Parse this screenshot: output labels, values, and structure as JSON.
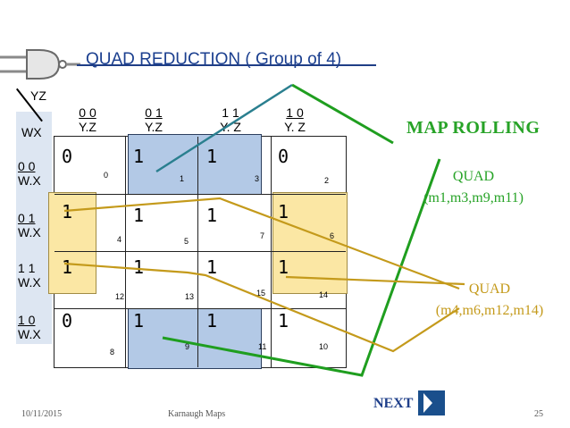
{
  "slide": {
    "title": "QUAD REDUCTION ( Group of 4)",
    "corner_yz": "YZ",
    "corner_wx": "WX",
    "map_rolling": "MAP  ROLLING",
    "next_label": "NEXT",
    "footer_date": "10/11/2015",
    "footer_title": "Karnaugh Maps",
    "page_number": "25"
  },
  "kmap": {
    "column_headers": [
      {
        "bits": "0 0",
        "vars": "Y.Z"
      },
      {
        "bits": "0  1",
        "vars": "Y.Z"
      },
      {
        "bits": "1 1",
        "vars": "Y. Z"
      },
      {
        "bits": "1  0",
        "vars": "Y. Z"
      }
    ],
    "row_headers": [
      {
        "bits": "0  0",
        "vars": "W.X"
      },
      {
        "bits": "0  1",
        "vars": "W.X"
      },
      {
        "bits": "1  1",
        "vars": "W.X"
      },
      {
        "bits": "1  0",
        "vars": "W.X"
      }
    ],
    "cells": [
      [
        {
          "v": "0",
          "i": "0"
        },
        {
          "v": "1",
          "i": "1"
        },
        {
          "v": "1",
          "i": "3"
        },
        {
          "v": "0",
          "i": "2"
        }
      ],
      [
        {
          "v": "1",
          "i": "4"
        },
        {
          "v": "1",
          "i": "5"
        },
        {
          "v": "1",
          "i": "7"
        },
        {
          "v": "1",
          "i": "6"
        }
      ],
      [
        {
          "v": "1",
          "i": "12"
        },
        {
          "v": "1",
          "i": "13"
        },
        {
          "v": "1",
          "i": "15"
        },
        {
          "v": "1",
          "i": "14"
        }
      ],
      [
        {
          "v": "0",
          "i": "8"
        },
        {
          "v": "1",
          "i": "9"
        },
        {
          "v": "1",
          "i": "11"
        },
        {
          "v": "1",
          "i": "10"
        }
      ]
    ]
  },
  "groups": [
    {
      "label_line1": "QUAD",
      "label_line2": "(m1,m3,m9,m11)",
      "color": "#27a327"
    },
    {
      "label_line1": "QUAD",
      "label_line2": "(m4,m6,m12,m14)",
      "color": "#c49a1b"
    }
  ],
  "colors": {
    "blue_fill": "#b3c9e6",
    "yellow_fill": "#fbe7a4",
    "title_blue": "#1b3f8f"
  }
}
